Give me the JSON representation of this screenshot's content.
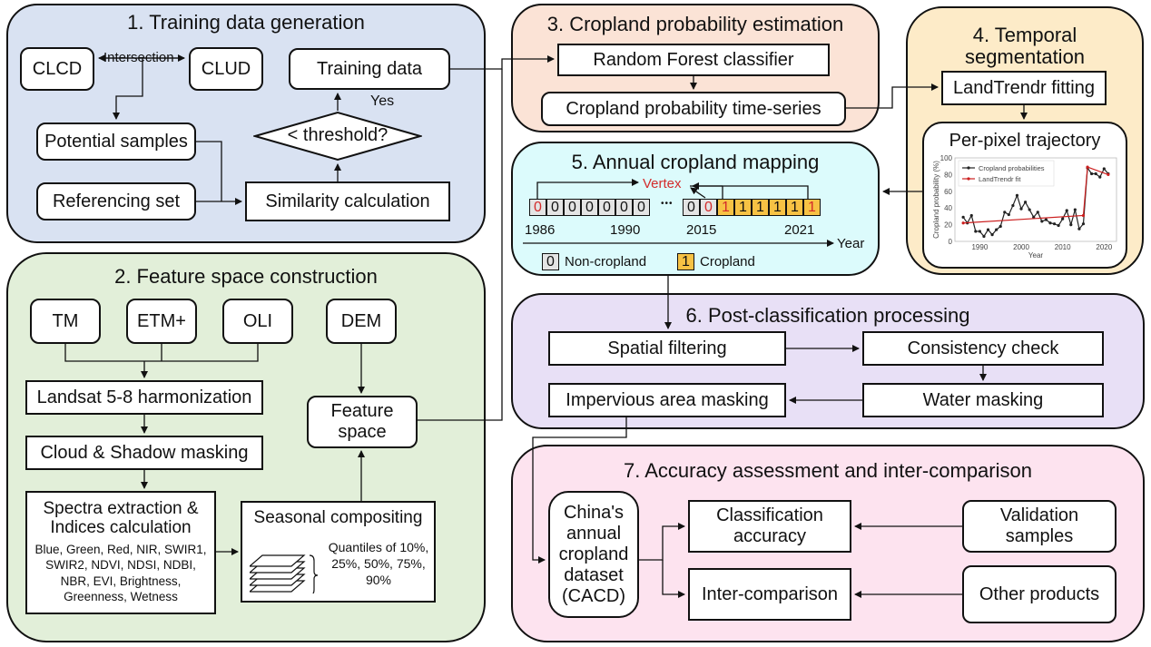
{
  "colors": {
    "panel1": "#d9e2f2",
    "panel2": "#e2efd9",
    "panel3": "#fbe3d6",
    "panel4": "#fdebc8",
    "panel5": "#dcfbfc",
    "panel6": "#e8e0f6",
    "panel7": "#fde3ef",
    "cropland_cell": "#f7c244",
    "noncropland_cell": "#e4e4e4",
    "vertex_red": "#d32b2b"
  },
  "panel1": {
    "title": "1. Training data generation",
    "clcd": "CLCD",
    "clud": "CLUD",
    "intersection": "Intersection",
    "potential_samples": "Potential samples",
    "referencing_set": "Referencing set",
    "similarity": "Similarity calculation",
    "threshold": "< threshold?",
    "yes": "Yes",
    "training_data": "Training data"
  },
  "panel2": {
    "title": "2. Feature space construction",
    "tm": "TM",
    "etm": "ETM+",
    "oli": "OLI",
    "dem": "DEM",
    "harmonization": "Landsat 5-8 harmonization",
    "cloud": "Cloud & Shadow masking",
    "spectra_title": "Spectra extraction & Indices calculation",
    "spectra_list": "Blue, Green, Red, NIR, SWIR1, SWIR2, NDVI, NDSI, NDBI, NBR, EVI, Brightness, Greenness, Wetness",
    "seasonal": "Seasonal compositing",
    "quantiles": "Quantiles of 10%, 25%, 50%, 75%, 90%",
    "feature_space": "Feature space"
  },
  "panel3": {
    "title": "3. Cropland probability estimation",
    "rf": "Random Forest classifier",
    "ts": "Cropland probability time-series"
  },
  "panel4": {
    "title": "4. Temporal segmentation",
    "landtrendr": "LandTrendr fitting",
    "trajectory": "Per-pixel trajectory"
  },
  "panel5": {
    "title": "5. Annual cropland mapping",
    "vertex": "Vertex",
    "cells_left": [
      "0",
      "0",
      "0",
      "0",
      "0",
      "0",
      "0"
    ],
    "cells_right": [
      "0",
      "0",
      "1",
      "1",
      "1",
      "1",
      "1",
      "1"
    ],
    "ellipsis": "•••",
    "year_1986": "1986",
    "year_1990": "1990",
    "year_2015": "2015",
    "year_2021": "2021",
    "axis_label": "Year",
    "legend_non": "Non-cropland",
    "legend_non_val": "0",
    "legend_crop": "Cropland",
    "legend_crop_val": "1"
  },
  "panel6": {
    "title": "6. Post-classification processing",
    "spatial": "Spatial filtering",
    "consistency": "Consistency check",
    "water": "Water masking",
    "impervious": "Impervious area masking"
  },
  "panel7": {
    "title": "7. Accuracy assessment and inter-comparison",
    "cacd": "China's annual cropland dataset (CACD)",
    "classification": "Classification accuracy",
    "intercomparison": "Inter-comparison",
    "validation": "Validation samples",
    "other": "Other products"
  },
  "chart_data": {
    "type": "line",
    "title": "",
    "xlabel": "Year",
    "ylabel": "Cropland probability (%)",
    "xlim": [
      1984,
      2023
    ],
    "ylim": [
      0,
      100
    ],
    "xticks": [
      1990,
      2000,
      2010,
      2020
    ],
    "yticks": [
      0,
      20,
      40,
      60,
      80,
      100
    ],
    "legend_position": "top-left",
    "series": [
      {
        "name": "Cropland probabilities",
        "color": "#222222",
        "x": [
          1986,
          1987,
          1988,
          1989,
          1990,
          1991,
          1992,
          1993,
          1994,
          1995,
          1996,
          1997,
          1998,
          1999,
          2000,
          2001,
          2002,
          2003,
          2004,
          2005,
          2006,
          2007,
          2008,
          2009,
          2010,
          2011,
          2012,
          2013,
          2014,
          2015,
          2016,
          2017,
          2018,
          2019,
          2020,
          2021
        ],
        "values": [
          29,
          22,
          31,
          12,
          12,
          6,
          14,
          8,
          14,
          18,
          35,
          32,
          43,
          55,
          39,
          47,
          38,
          29,
          35,
          24,
          26,
          22,
          21,
          19,
          27,
          37,
          20,
          38,
          15,
          21,
          88,
          81,
          81,
          77,
          87,
          81
        ]
      },
      {
        "name": "LandTrendr fit",
        "color": "#cc1f1f",
        "x": [
          1986,
          2015,
          2016,
          2021
        ],
        "values": [
          22,
          31,
          89,
          80
        ]
      }
    ]
  }
}
